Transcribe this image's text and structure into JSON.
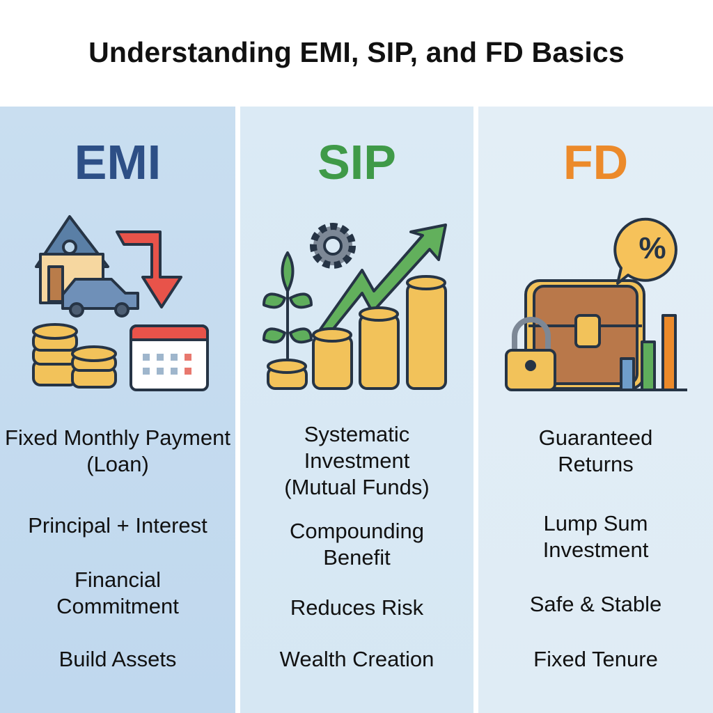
{
  "title": "Understanding EMI, SIP, and FD Basics",
  "columns": [
    {
      "heading": "EMI",
      "color": "#2d4f86",
      "icon": "house-car-arrow-coins-calendar-icon",
      "items": [
        "Fixed Monthly Payment (Loan)",
        "Principal + Interest",
        "Financial Commitment",
        "Build Assets"
      ]
    },
    {
      "heading": "SIP",
      "color": "#3f9a48",
      "icon": "plant-gear-growth-arrow-coins-icon",
      "items": [
        "Systematic Investment (Mutual Funds)",
        "Compounding Benefit",
        "Reduces Risk",
        "Wealth Creation"
      ]
    },
    {
      "heading": "FD",
      "color": "#ec8a2a",
      "icon": "chest-lock-percent-bars-icon",
      "items": [
        "Guaranteed Returns",
        "Lump Sum Investment",
        "Safe & Stable",
        "Fixed Tenure"
      ]
    }
  ]
}
